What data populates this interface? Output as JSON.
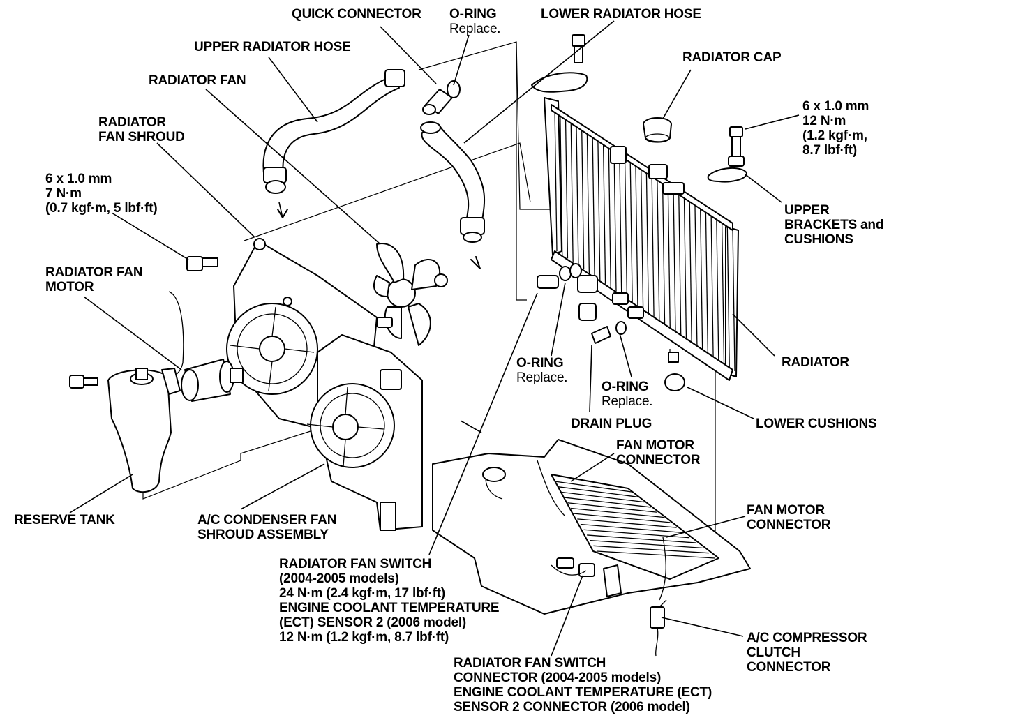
{
  "labels": {
    "quick_connector": "QUICK CONNECTOR",
    "oring_top": {
      "title": "O-RING",
      "note": "Replace."
    },
    "lower_radiator_hose": "LOWER RADIATOR HOSE",
    "upper_radiator_hose": "UPPER RADIATOR HOSE",
    "radiator_cap": "RADIATOR CAP",
    "radiator_fan": "RADIATOR FAN",
    "radiator_fan_shroud": [
      "RADIATOR",
      "FAN SHROUD"
    ],
    "bolt_right_spec": [
      "6 x 1.0 mm",
      "12 N·m",
      "(1.2 kgf·m,",
      "8.7 lbf·ft)"
    ],
    "bolt_left_spec": [
      "6 x 1.0 mm",
      "7 N·m",
      "(0.7 kgf·m, 5 lbf·ft)"
    ],
    "upper_brackets": [
      "UPPER",
      "BRACKETS and",
      "CUSHIONS"
    ],
    "radiator_fan_motor": [
      "RADIATOR FAN",
      "MOTOR"
    ],
    "oring_mid": {
      "title": "O-RING",
      "note": "Replace."
    },
    "radiator": "RADIATOR",
    "oring_low": {
      "title": "O-RING",
      "note": "Replace."
    },
    "drain_plug": "DRAIN PLUG",
    "lower_cushions": "LOWER CUSHIONS",
    "fan_motor_connector_1": [
      "FAN MOTOR",
      "CONNECTOR"
    ],
    "fan_motor_connector_2": [
      "FAN MOTOR",
      "CONNECTOR"
    ],
    "reserve_tank": "RESERVE TANK",
    "ac_condenser_fan_shroud": [
      "A/C CONDENSER FAN",
      "SHROUD ASSEMBLY"
    ],
    "radiator_fan_switch": [
      "RADIATOR FAN SWITCH",
      "(2004-2005 models)",
      "24 N·m (2.4 kgf·m, 17 lbf·ft)",
      "ENGINE COOLANT TEMPERATURE",
      "(ECT) SENSOR 2 (2006 model)",
      "12 N·m (1.2 kgf·m, 8.7 lbf·ft)"
    ],
    "ac_compressor_clutch": [
      "A/C COMPRESSOR",
      "CLUTCH",
      "CONNECTOR"
    ],
    "fan_switch_connector": [
      "RADIATOR FAN SWITCH",
      "CONNECTOR (2004-2005 models)",
      "ENGINE COOLANT TEMPERATURE (ECT)",
      "SENSOR 2 CONNECTOR (2006 model)"
    ]
  }
}
